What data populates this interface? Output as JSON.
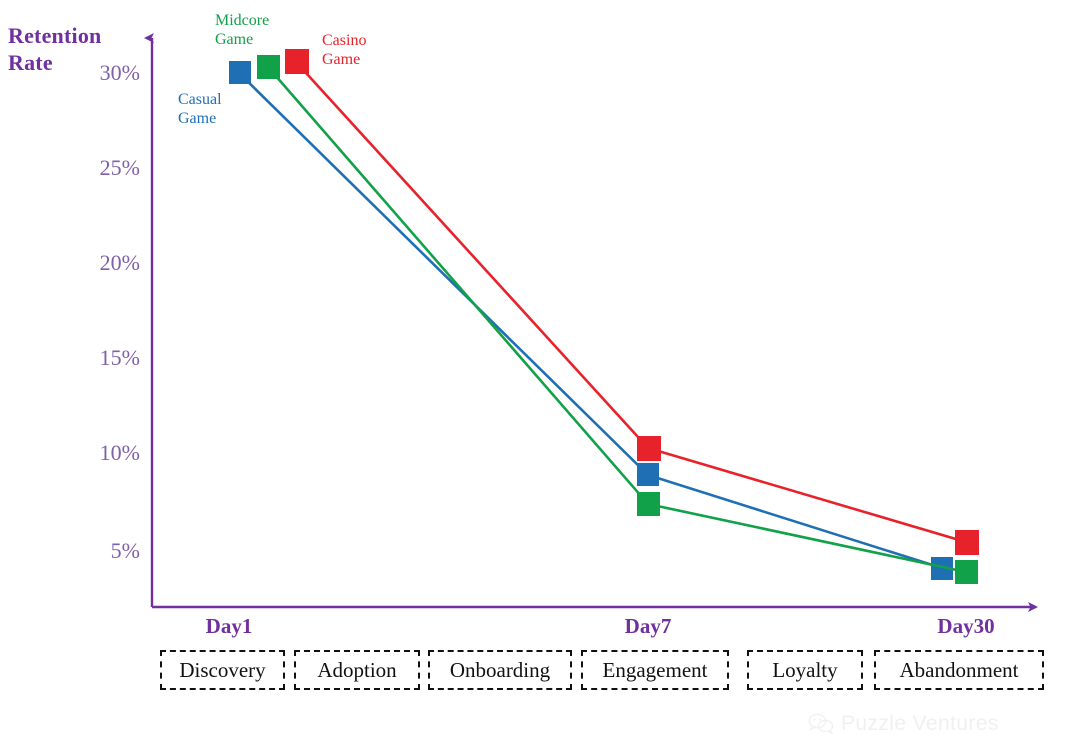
{
  "chart_data": {
    "type": "line",
    "title": "Retention Rate",
    "xlabel": "",
    "ylabel": "Retention Rate",
    "categories": [
      "Day1",
      "Day7",
      "Day30"
    ],
    "x": [
      1,
      7,
      30
    ],
    "ylim": [
      2.6,
      31.5
    ],
    "yticks": [
      30,
      25,
      20,
      15,
      10,
      5
    ],
    "ytick_labels": [
      "30%",
      "25%",
      "20%",
      "15%",
      "10%",
      "5%"
    ],
    "grid": false,
    "legend": "inline-annotations",
    "series": [
      {
        "name": "Casual Game",
        "color": "#1F6FB5",
        "marker": "square",
        "values": [
          30.0,
          8.8,
          4.3
        ]
      },
      {
        "name": "Midcore Game",
        "color": "#11A148",
        "marker": "square",
        "values": [
          30.3,
          7.4,
          4.1
        ]
      },
      {
        "name": "Casino Game",
        "color": "#E8222A",
        "marker": "square",
        "values": [
          30.6,
          10.2,
          5.5
        ]
      }
    ],
    "annotations": [
      {
        "text": "Casual Game",
        "series": "Casual Game",
        "color": "#1F6FB5"
      },
      {
        "text": "Midcore Game",
        "series": "Midcore Game",
        "color": "#11A148"
      },
      {
        "text": "Casino Game",
        "series": "Casino Game",
        "color": "#E8222A"
      }
    ]
  },
  "axis": {
    "title_line1": "Retention",
    "title_line2": "Rate",
    "color": "#7030A0",
    "tick_color": "#7F5FA8"
  },
  "series_labels": {
    "casual_line1": "Casual",
    "casual_line2": "Game",
    "midcore_line1": "Midcore",
    "midcore_line2": "Game",
    "casino_line1": "Casino",
    "casino_line2": "Game"
  },
  "x_ticks": [
    {
      "label": "Day1"
    },
    {
      "label": "Day7"
    },
    {
      "label": "Day30"
    }
  ],
  "y_ticks": [
    {
      "label": "30%"
    },
    {
      "label": "25%"
    },
    {
      "label": "20%"
    },
    {
      "label": "15%"
    },
    {
      "label": "10%"
    },
    {
      "label": "5%"
    }
  ],
  "stages": [
    {
      "label": "Discovery"
    },
    {
      "label": "Adoption"
    },
    {
      "label": "Onboarding"
    },
    {
      "label": "Engagement"
    },
    {
      "label": "Loyalty"
    },
    {
      "label": "Abandonment"
    }
  ],
  "watermark": {
    "icon": "wechat-icon",
    "text": "Puzzle Ventures"
  }
}
